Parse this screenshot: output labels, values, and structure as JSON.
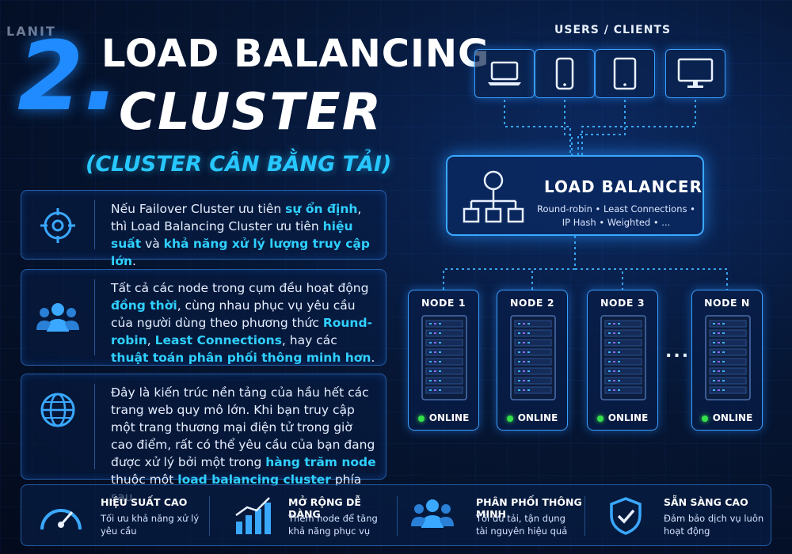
{
  "logo": "LANIT",
  "heading": {
    "number": "2.",
    "line1": "LOAD BALANCING",
    "line2": "CLUSTER",
    "subtitle": "(CLUSTER CÂN BẰNG TẢI)"
  },
  "panels": [
    {
      "icon": "target-icon",
      "segments": [
        {
          "t": "Nếu Failover Cluster ưu tiên ",
          "h": false
        },
        {
          "t": "sự ổn định",
          "h": true
        },
        {
          "t": ", thì Load Balancing Cluster ưu tiên ",
          "h": false
        },
        {
          "t": "hiệu suất",
          "h": true
        },
        {
          "t": " và ",
          "h": false
        },
        {
          "t": "khả năng xử lý lượng truy cập lớn",
          "h": true
        },
        {
          "t": ".",
          "h": false
        }
      ]
    },
    {
      "icon": "users-icon",
      "segments": [
        {
          "t": "Tất cả các node trong cụm đều hoạt động ",
          "h": false
        },
        {
          "t": "đồng thời",
          "h": true
        },
        {
          "t": ", cùng nhau phục vụ yêu cầu của người dùng theo phương thức ",
          "h": false
        },
        {
          "t": "Round-robin",
          "h": true
        },
        {
          "t": ", ",
          "h": false
        },
        {
          "t": "Least Connections",
          "h": true
        },
        {
          "t": ", hay các ",
          "h": false
        },
        {
          "t": "thuật toán phân phối thông minh hơn",
          "h": true
        },
        {
          "t": ".",
          "h": false
        }
      ]
    },
    {
      "icon": "globe-icon",
      "segments": [
        {
          "t": "Đây là kiến trúc nền tảng của hầu hết các trang web quy mô lớn. Khi bạn truy cập một trang thương mại điện tử trong giờ cao điểm, rất có thể yêu cầu của bạn đang được xử lý bởi một trong ",
          "h": false
        },
        {
          "t": "hàng trăm node",
          "h": true
        },
        {
          "t": " thuộc một ",
          "h": false
        },
        {
          "t": "load balancing cluster",
          "h": true
        },
        {
          "t": " phía sau.",
          "h": false
        }
      ]
    }
  ],
  "diagram": {
    "users_label": "USERS / CLIENTS",
    "devices": [
      "laptop-icon",
      "phone-icon",
      "tablet-icon",
      "monitor-icon"
    ],
    "load_balancer": {
      "title": "LOAD BALANCER",
      "line1": "Round-robin • Least Connections •",
      "line2": "IP Hash • Weighted • ..."
    },
    "nodes": [
      {
        "label": "NODE 1",
        "status": "ONLINE"
      },
      {
        "label": "NODE 2",
        "status": "ONLINE"
      },
      {
        "label": "NODE 3",
        "status": "ONLINE"
      },
      {
        "label": "NODE N",
        "status": "ONLINE"
      }
    ],
    "ellipsis": "...",
    "status_color": "#35e04a"
  },
  "features": [
    {
      "icon": "speedometer-icon",
      "title": "HIỆU SUẤT CAO",
      "desc": "Tối ưu khả năng xử lý yêu cầu"
    },
    {
      "icon": "growth-chart-icon",
      "title": "MỞ RỘNG DỄ DÀNG",
      "desc": "Thêm node để tăng khả năng phục vụ"
    },
    {
      "icon": "users-icon",
      "title": "PHÂN PHỐI THÔNG MINH",
      "desc": "Tối ưu tải, tận dụng tài nguyên hiệu quả"
    },
    {
      "icon": "shield-check-icon",
      "title": "SẴN SÀNG CAO",
      "desc": "Đảm bảo dịch vụ luôn hoạt động"
    }
  ],
  "colors": {
    "accent": "#2fd0ff",
    "primary": "#1f8bff",
    "background": "#061633"
  }
}
